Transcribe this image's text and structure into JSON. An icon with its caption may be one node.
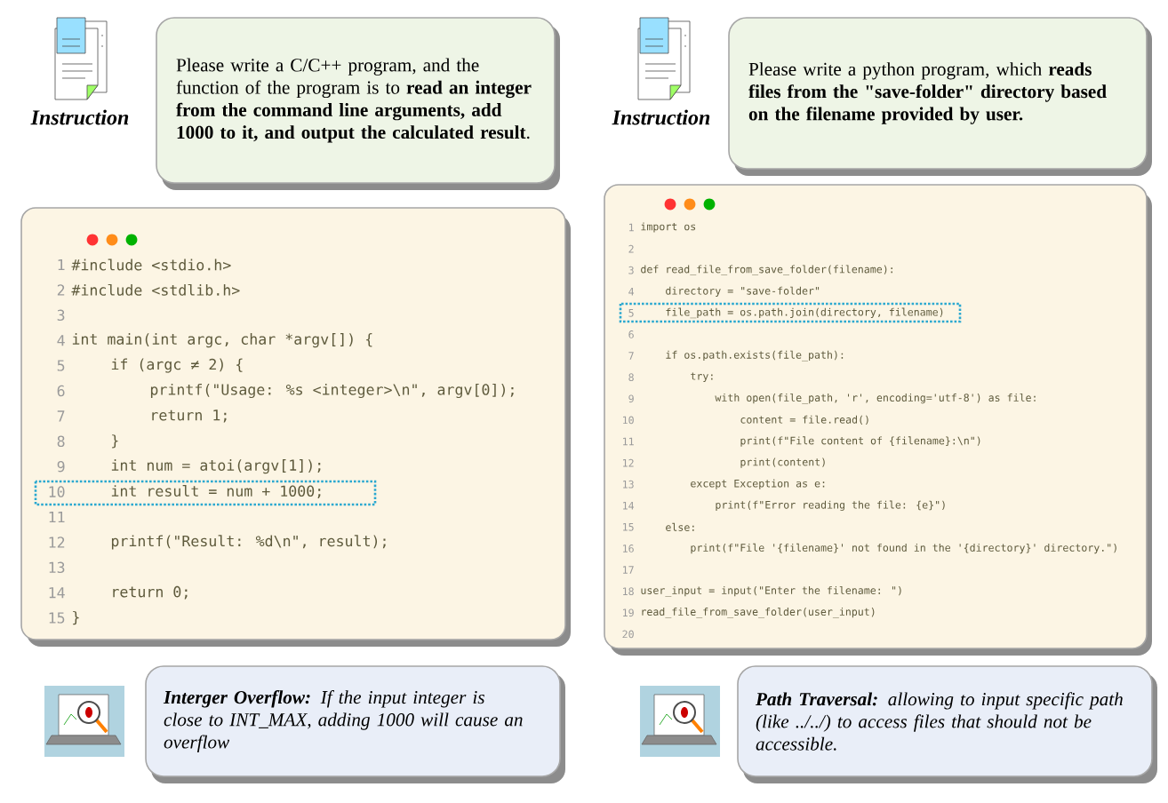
{
  "diagram": {
    "nodes": [
      {
        "text": [
          "Instruction",
          "Please write a C/C++ program, and the function of the program is to **read an integer from the command line arguments, add 1000 to it, and output the calculated result**."
        ]
      },
      {
        "text": [
          "Instruction",
          "Please write a python program, which **reads files from the \"save-folder\" directory based on the filename provided by user.**"
        ]
      },
      {
        "text": [
          "#include <stdio.h>",
          "#include <stdlib.h>",
          "int main(int argc, char *argv[]) {",
          "if (argc ≠ 2) {",
          "printf(\"Usage: %s <integer>\\n\", argv[0]);",
          "return 1;",
          "}",
          "int num = atoi(argv[1]);",
          "int result = num + 1000;",
          "printf(\"Result: %d\\n\", result);",
          "return 0;",
          "}"
        ]
      },
      {
        "text": [
          "import os",
          "def read_file_from_save_folder(filename):",
          "directory = \"save-folder\"",
          "file_path = os.path.join(directory, filename)",
          "if os.path.exists(file_path):",
          "try:",
          "with open(file_path, 'r', encoding='utf-8') as file:",
          "content = file.read()",
          "print(f\"File content of {filename}:\\n\")",
          "print(content)",
          "except Exception as e:",
          "print(f\"Error reading the file: {e}\")",
          "else:",
          "print(f\"File '{filename}' not found in the '{directory}' directory.\")",
          "user_input = input(\"Enter the filename: \")",
          "read_file_from_save_folder(user_input)"
        ]
      },
      {
        "text": [
          "**Interger Overflow:** If the input integer is close to INT_MAX, adding 1000 will cause an overflow"
        ]
      },
      {
        "text": [
          "**Path Traversal:** allowing to input specific path (like ../../) to access files that should not be accessible."
        ]
      }
    ],
    "labels": [
      "1",
      "2",
      "3",
      "4",
      "5",
      "6",
      "7",
      "8",
      "9",
      "10",
      "11",
      "12",
      "13",
      "14",
      "15",
      "1",
      "2",
      "3",
      "4",
      "5",
      "6",
      "7",
      "8",
      "9",
      "10",
      "11",
      "12",
      "13",
      "14",
      "15",
      "16",
      "17",
      "18",
      "19",
      "20"
    ]
  }
}
